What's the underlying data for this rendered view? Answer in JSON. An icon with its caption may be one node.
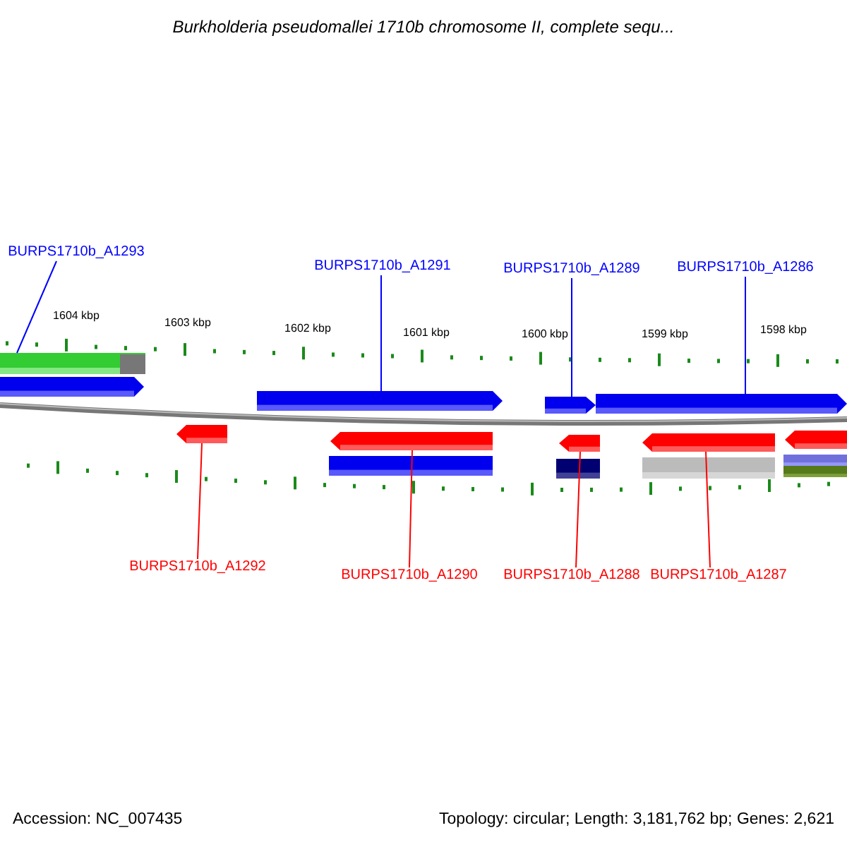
{
  "diagram": {
    "title": "Burkholderia pseudomallei 1710b chromosome II, complete sequ...",
    "nodes": [
      {
        "text": [
          "BURPS1710b_A1293"
        ]
      },
      {
        "text": [
          "BURPS1710b_A1291"
        ]
      },
      {
        "text": [
          "BURPS1710b_A1289"
        ]
      },
      {
        "text": [
          "BURPS1710b_A1286"
        ]
      },
      {
        "text": [
          "BURPS1710b_A1292"
        ]
      },
      {
        "text": [
          "BURPS1710b_A1290"
        ]
      },
      {
        "text": [
          "BURPS1710b_A1288"
        ]
      },
      {
        "text": [
          "BURPS1710b_A1287"
        ]
      },
      {
        "text": [],
        "shape": "bar"
      },
      {
        "text": [],
        "shape": "bar"
      },
      {
        "text": [],
        "shape": "bar"
      },
      {
        "text": [],
        "shape": "bar"
      },
      {
        "text": [],
        "shape": "bar"
      },
      {
        "text": [],
        "shape": "bar"
      },
      {
        "text": [],
        "shape": "bar"
      },
      {
        "text": [],
        "shape": "bar"
      }
    ],
    "edges": [
      {
        "from": 0,
        "to": 8,
        "arrow": "none"
      },
      {
        "from": 1,
        "to": 9,
        "arrow": "none"
      },
      {
        "from": 2,
        "to": 10,
        "arrow": "none"
      },
      {
        "from": 3,
        "to": 11,
        "arrow": "none"
      },
      {
        "from": 4,
        "to": 12,
        "arrow": "none",
        "color": "#ff0000"
      },
      {
        "from": 5,
        "to": 13,
        "arrow": "none",
        "color": "#ff0000"
      },
      {
        "from": 6,
        "to": 14,
        "arrow": "none",
        "color": "#ff0000"
      },
      {
        "from": 7,
        "to": 15,
        "arrow": "none",
        "color": "#ff0000"
      }
    ],
    "labels": [
      "1604 kbp",
      "1603 kbp",
      "1602 kbp",
      "1601 kbp",
      "1600 kbp",
      "1599 kbp",
      "1598 kbp",
      "Accession: NC_007435",
      "Topology: circular; Length: 3,181,762 bp; Genes: 2,621"
    ]
  }
}
